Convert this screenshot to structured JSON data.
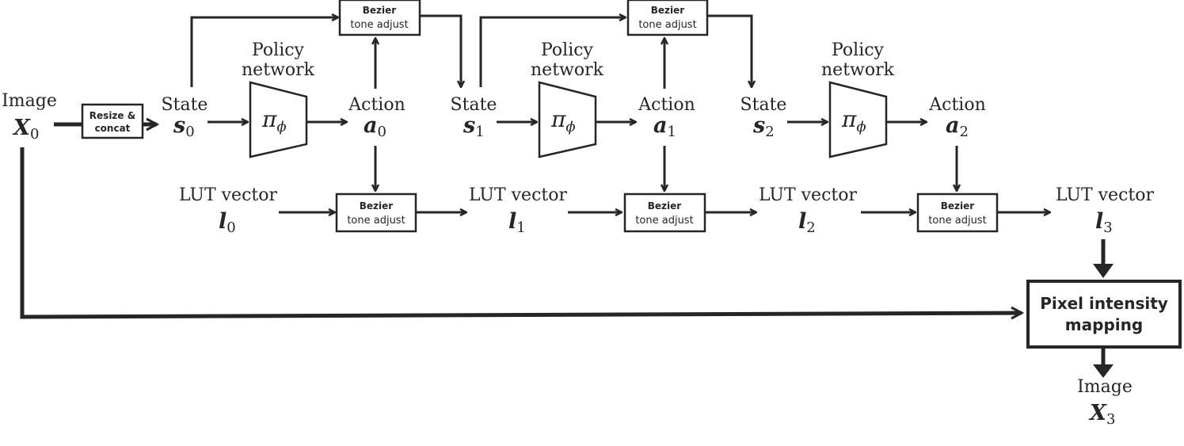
{
  "labels": {
    "image": "Image",
    "state": "State",
    "action": "Action",
    "lut_vector": "LUT vector",
    "policy_line1": "Policy",
    "policy_line2": "network"
  },
  "symbols": {
    "x": "X",
    "s": "s",
    "a": "a",
    "l": "l",
    "pi": "π",
    "phi": "ϕ",
    "sub0": "0",
    "sub1": "1",
    "sub2": "2",
    "sub3": "3"
  },
  "boxes": {
    "resize_line1": "Resize &",
    "resize_line2": "concat",
    "bezier_line1": "Bezier",
    "bezier_line2": "tone adjust",
    "mapping_line1": "Pixel intensity",
    "mapping_line2": "mapping"
  }
}
